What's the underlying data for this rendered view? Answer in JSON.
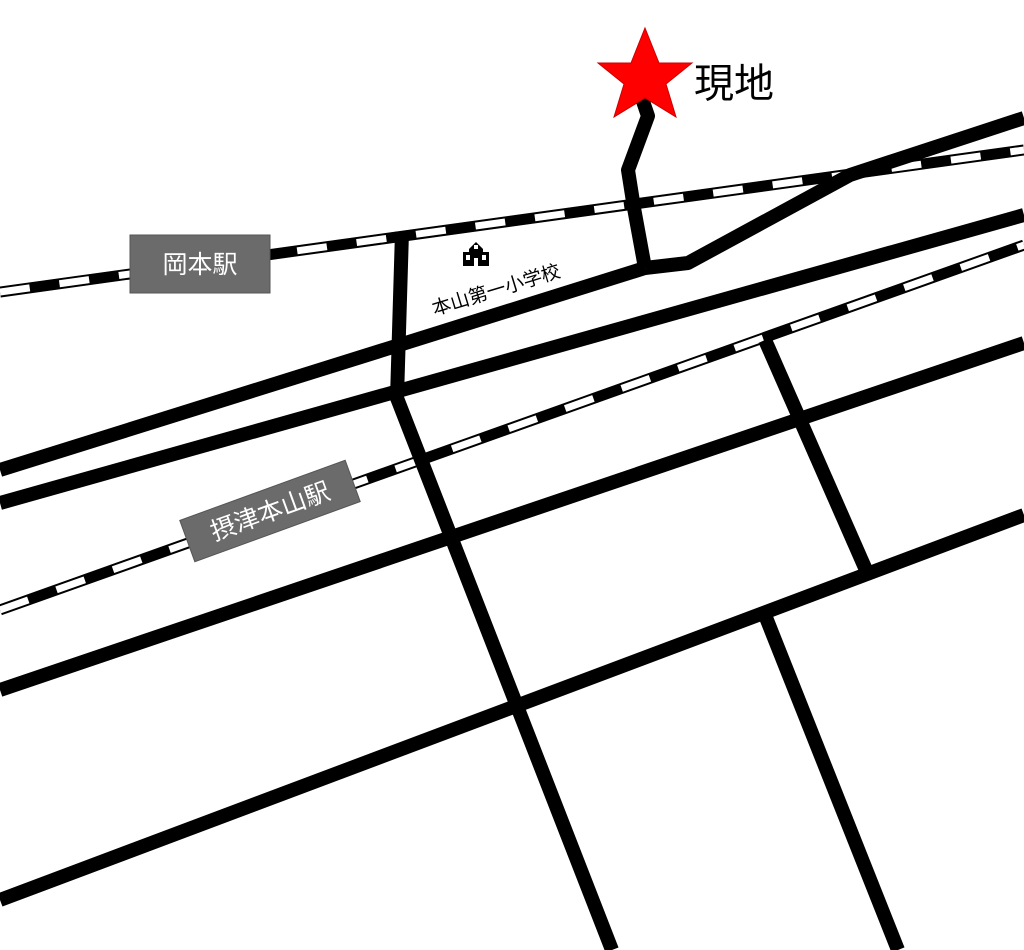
{
  "map": {
    "destination": {
      "label": "現地",
      "marker_icon": "star-icon",
      "marker_color": "#ff0000"
    },
    "stations": [
      {
        "name": "岡本駅"
      },
      {
        "name": "摂津本山駅"
      }
    ],
    "landmarks": [
      {
        "name": "本山第一小学校",
        "icon": "school-icon"
      }
    ],
    "colors": {
      "road": "#000000",
      "rail_dash": "#ffffff",
      "station_label_bg": "#6b6b6b",
      "station_label_text": "#ffffff",
      "background": "#ffffff"
    }
  }
}
